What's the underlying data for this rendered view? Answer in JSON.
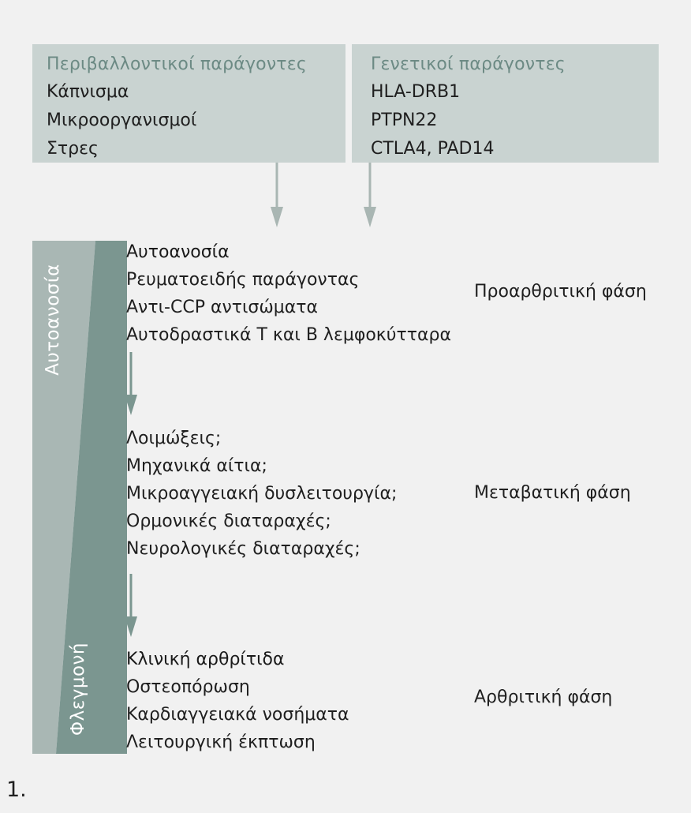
{
  "environmental": {
    "title": "Περιβαλλοντικοί παράγοντες",
    "items": [
      "Κάπνισμα",
      "Μικροοργανισμοί",
      "Στρες"
    ]
  },
  "genetic": {
    "title": "Γενετικοί παράγοντες",
    "items": [
      "HLA-DRB1",
      "PTPN22",
      "CTLA4, PAD14"
    ]
  },
  "wedge": {
    "top_label": "Αυτοανοσία",
    "bottom_label": "Φλεγμονή"
  },
  "stages": [
    {
      "title": "Αυτοανοσία",
      "items": [
        "Ρευματοειδής παράγοντας",
        "Αντι-CCP αντισώματα",
        "Αυτοδραστικά T και B λεμφοκύτταρα"
      ],
      "phase": "Προαρθριτική φάση"
    },
    {
      "title": "",
      "items": [
        "Λοιμώξεις;",
        "Μηχανικά αίτια;",
        "Μικροαγγειακή δυσλειτουργία;",
        "Ορμονικές διαταραχές;",
        "Νευρολογικές διαταραχές;"
      ],
      "phase": "Μεταβατική φάση"
    },
    {
      "title": "Κλινική αρθρίτιδα",
      "items": [
        "Οστεοπόρωση",
        "Καρδιαγγειακά νοσήματα",
        "Λειτουργική έκπτωση"
      ],
      "phase": "Αρθριτική φάση"
    }
  ],
  "figure_number": "1.",
  "colors": {
    "box_bg": "#c9d3d1",
    "box_title": "#6c8a84",
    "arrow": "#a9b6b3",
    "wedge_light": "#a9b7b4",
    "wedge_dark": "#7b9690",
    "stage_arrow": "#7b9690"
  }
}
